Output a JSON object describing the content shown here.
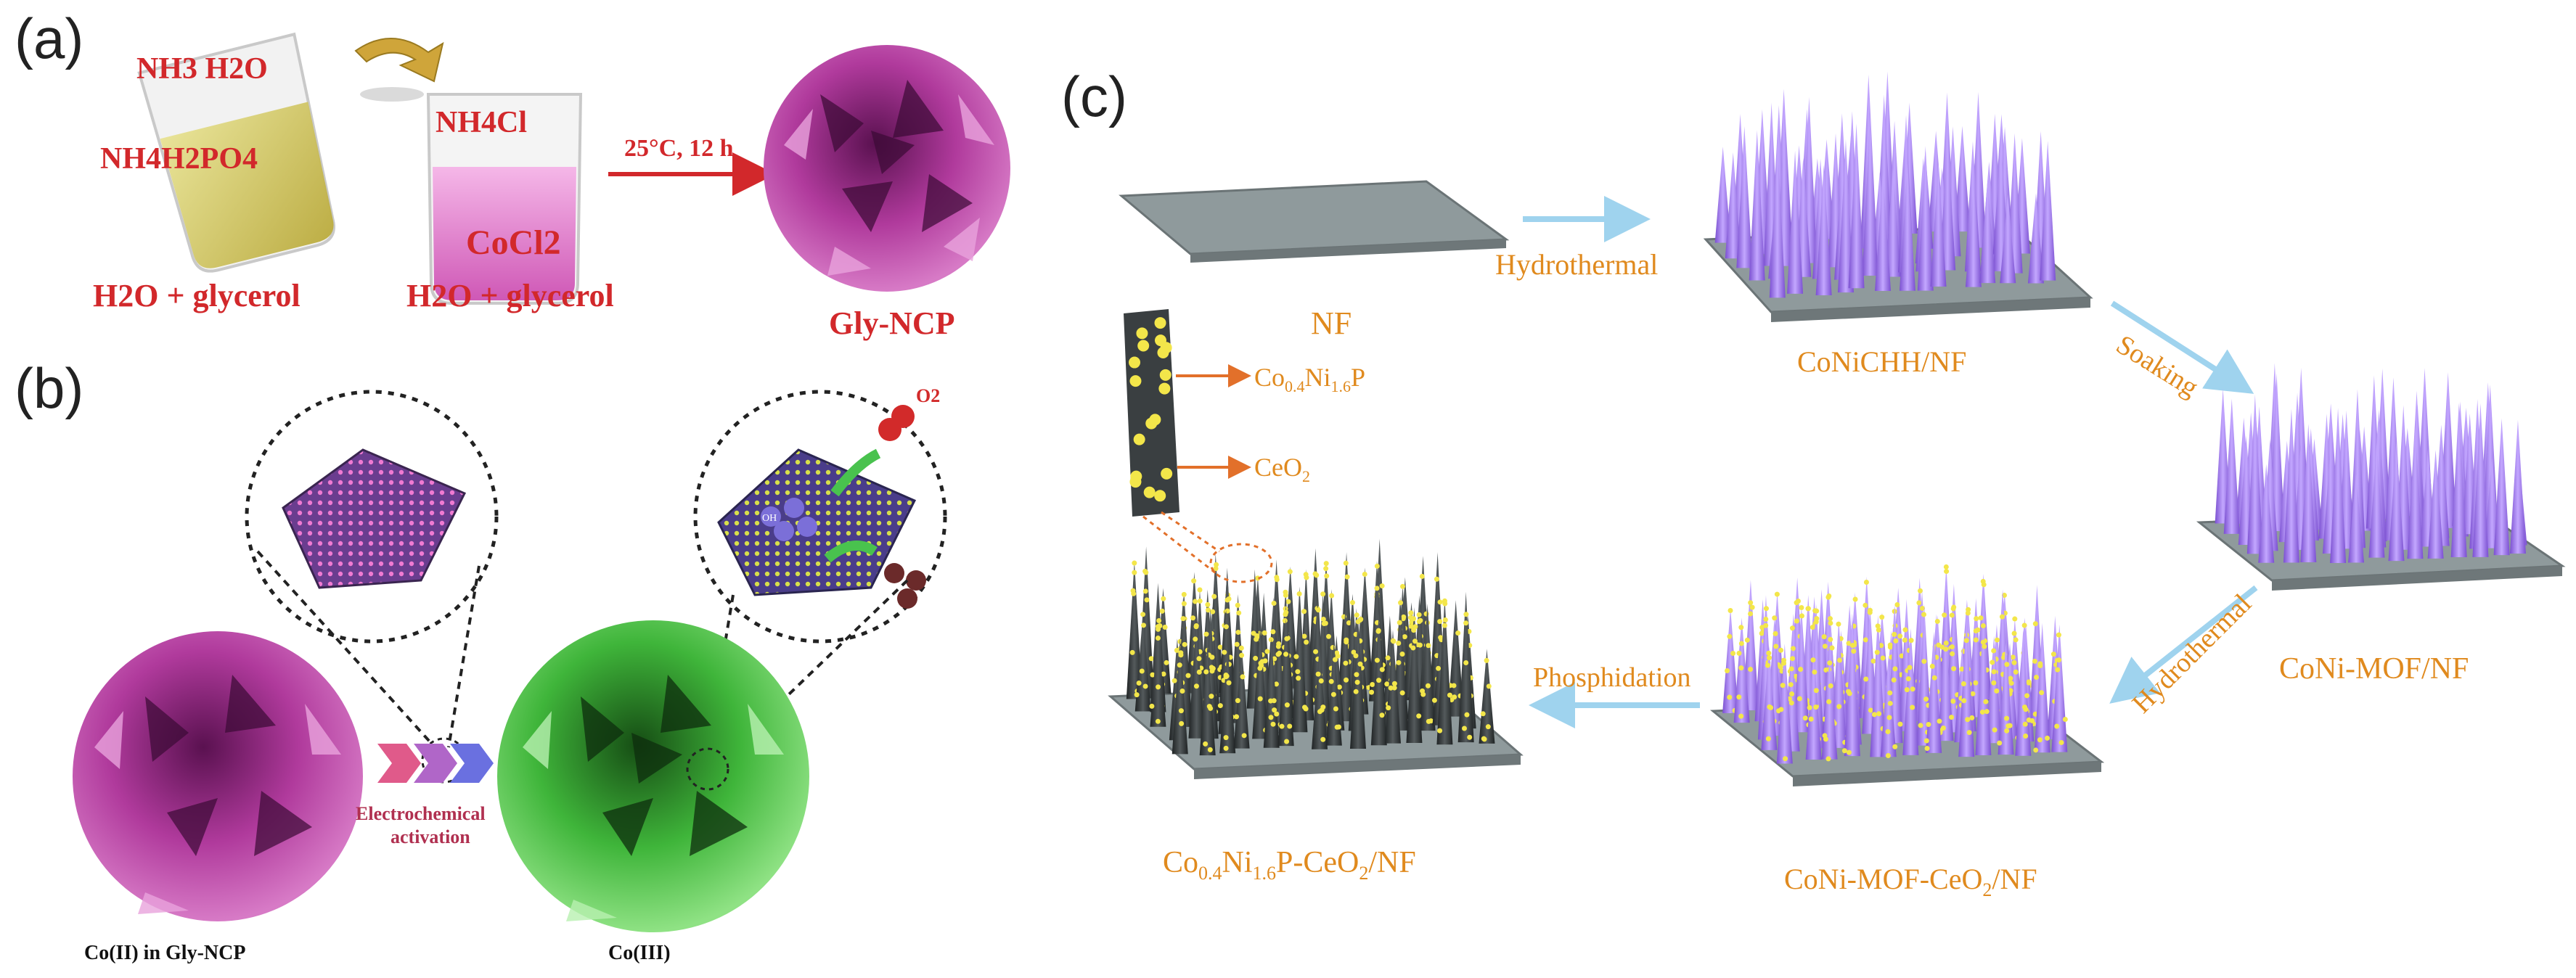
{
  "panels": {
    "a": {
      "letter": "(a)",
      "beaker1_top": "NH3 H2O",
      "beaker1_bottom": "NH4H2PO4",
      "beaker2_top": "NH4Cl",
      "beaker2_bottom": "CoCl2",
      "solvent1": "H2O + glycerol",
      "solvent2": "H2O + glycerol",
      "condition": "25°C, 12 h",
      "product": "Gly-NCP"
    },
    "b": {
      "letter": "(b)",
      "o2": "O2",
      "oh": "OH",
      "arrow_line1": "Electrochemical",
      "arrow_line2": "activation",
      "left_caption": "Co(II) in Gly-NCP",
      "right_caption": "Co(III)"
    },
    "c": {
      "letter": "(c)",
      "nf": "NF",
      "step1": "Hydrothermal",
      "step2": "Soaking",
      "step3": "Hydrothermal",
      "step4": "Phosphidation",
      "product1": "CoNiCHH/NF",
      "product2": "CoNi-MOF/NF",
      "product3_main": "CoNi-MOF-CeO",
      "product3_sub": "2",
      "product3_tail": "/NF",
      "final_a": "Co",
      "final_sub1": "0.4",
      "final_b": "Ni",
      "final_sub2": "1.6",
      "final_c": "P-CeO",
      "final_sub3": "2",
      "final_d": "/NF",
      "callout1_a": "Co",
      "callout1_sub1": "0.4",
      "callout1_b": "Ni",
      "callout1_sub2": "1.6",
      "callout1_c": "P",
      "callout2_a": "CeO",
      "callout2_sub": "2"
    }
  },
  "colors": {
    "red_text": "#d2282b",
    "orange_text": "#e08a1e",
    "magenta": "#b03a9c",
    "green": "#3fb53a",
    "purple_spike": "#9a70e8",
    "substrate": "#9aa3a6",
    "yellow_dot": "#f3e64a",
    "arrow_blue": "#9fd3ee"
  }
}
